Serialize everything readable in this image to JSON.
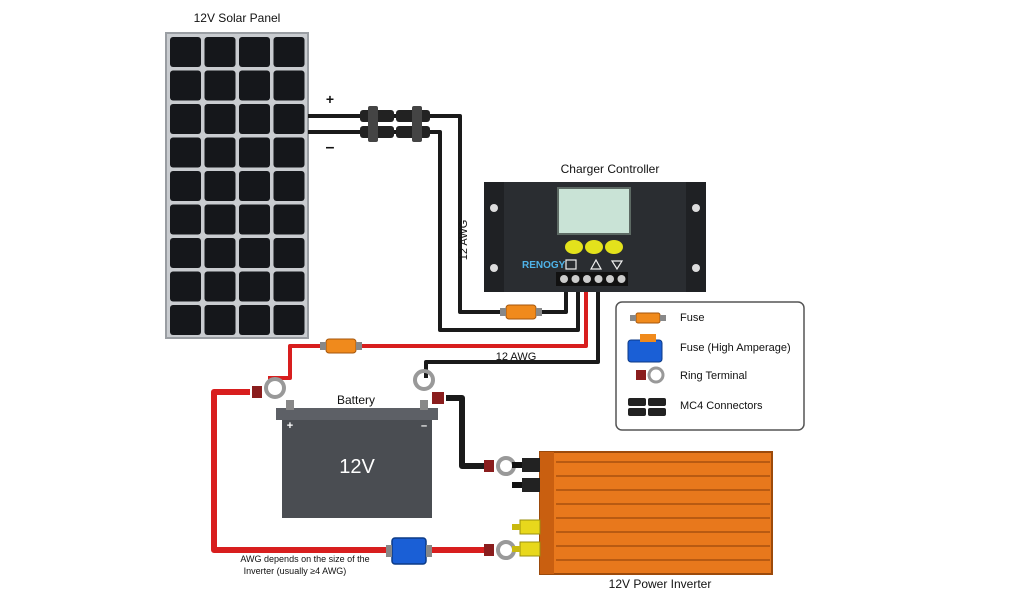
{
  "solar_panel": {
    "label": "12V Solar Panel",
    "plus": "+",
    "minus": "–"
  },
  "controller": {
    "label": "Charger Controller",
    "brand": "RENOGY"
  },
  "wires": {
    "awg_vertical": "12 AWG",
    "awg_horizontal": "12 AWG"
  },
  "battery": {
    "label": "Battery",
    "voltage": "12V",
    "plus": "+",
    "minus": "–"
  },
  "inverter": {
    "label": "12V Power Inverter"
  },
  "note": {
    "line1": "AWG depends on the size of the",
    "line2": "Inverter (usually ≥4 AWG)"
  },
  "legend": {
    "fuse": "Fuse",
    "fuse_high": "Fuse (High Amperage)",
    "ring_terminal": "Ring Terminal",
    "mc4": "MC4 Connectors"
  },
  "colors": {
    "red_wire": "#d81e1e",
    "black_wire": "#1a1a1a",
    "inverter": "#e8781c",
    "battery": "#4a4d52",
    "panel_cell": "#15171b",
    "fuse_orange": "#f08a1c",
    "fuse_blue": "#1a5fd6",
    "controller_screen": "#c9e3d6",
    "controller_button": "#e3e21c"
  }
}
